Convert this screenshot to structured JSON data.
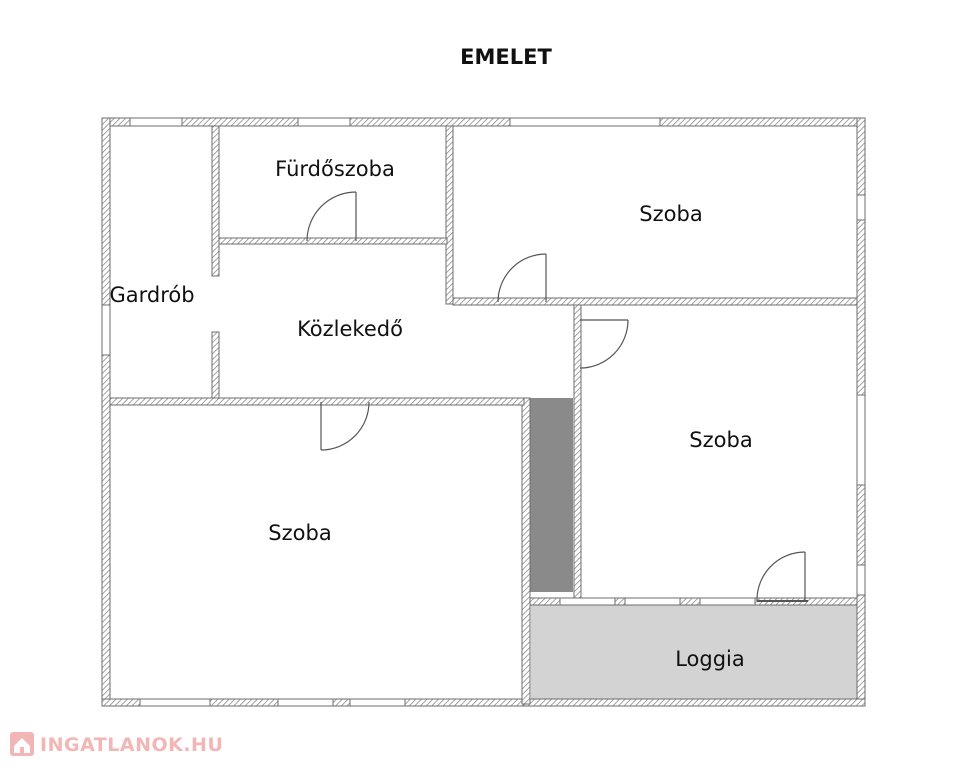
{
  "title": "EMELET",
  "rooms": {
    "furdoszoba": "Fürdőszoba",
    "szoba_top_right": "Szoba",
    "gardrob": "Gardrób",
    "kozlekedo": "Közlekedő",
    "szoba_right": "Szoba",
    "szoba_left": "Szoba",
    "loggia": "Loggia"
  },
  "watermark": {
    "text": "INGATLANOK.HU",
    "icon": "house-logo-icon"
  },
  "colors": {
    "wall": "#777777",
    "loggia_fill": "#d3d3d3",
    "duct_fill": "#8a8a8a",
    "logo": "#f2b6b6"
  }
}
